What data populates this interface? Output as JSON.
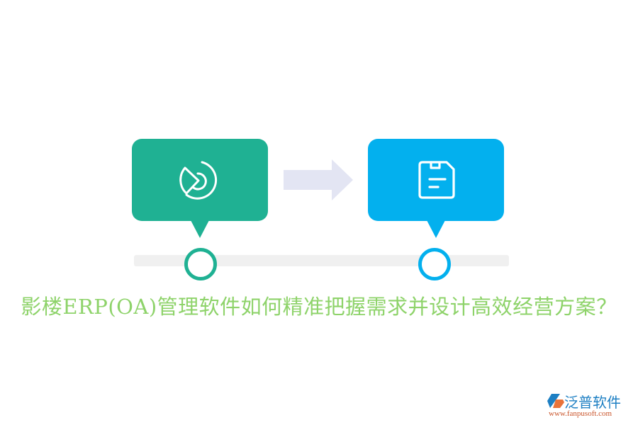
{
  "diagram": {
    "steps": [
      {
        "icon": "pie-chart-icon",
        "color": "#1fb193"
      },
      {
        "icon": "save-disk-icon",
        "color": "#03b0ee"
      }
    ],
    "arrow_color": "#e3e5f3",
    "track_color": "#f0f0f0"
  },
  "title": "影楼ERP(OA)管理软件如何精准把握需求并设计高效经营方案？",
  "title_color": "#8ed36a",
  "logo": {
    "brand": "泛普软件",
    "url": "www.fanpusoft.com"
  }
}
